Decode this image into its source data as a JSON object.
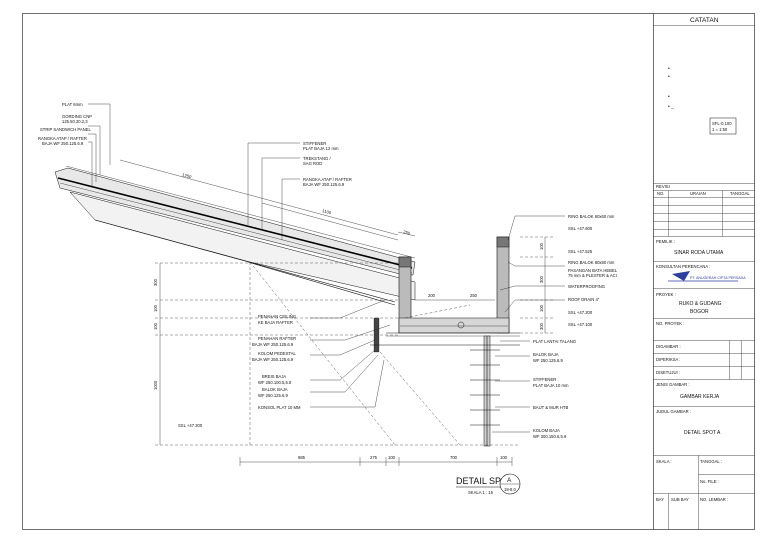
{
  "drawing": {
    "title_main": "DETAIL SPOT",
    "title_marker": "A",
    "title_sheet": "18-8.0",
    "title_scale": "SKALA  1 : 15",
    "callouts_left": [
      "PLAT 6mm",
      "GORDING CNP",
      "125.50.20.2,3",
      "STRIP SANDWICH PANEL",
      "RANGKA ATAP / RAFTER",
      "BAJA WF 250.125.6.9"
    ],
    "callouts_top": [
      "STIFFENER",
      "PLAT BAJA 12 mm",
      "TREKSTANG /",
      "SAG ROD",
      "RANGKA ATAP / RAFTER",
      "BAJA WF 250.125.6.9"
    ],
    "callouts_right": [
      "RING BALOK 60x60 mm",
      "SSL +47.600",
      "SSL +47.525",
      "RING BALOK 80x80 mm",
      "PASANGAN BATA HEBEL",
      "75 mm & PLESTER & ACI",
      "WATERPROOFING",
      "ROOF DRAIN 4\"",
      "SSL +47.200",
      "SSL +47.100",
      "PLAT LANTAI TALANG",
      "BALOK BAJA",
      "WF 250.125.6.9",
      "STIFFENER",
      "PLAT BAJA 10 mm",
      "BAUT & MUR HTB",
      "KOLOM BAJA",
      "WF 300.150.6,5.9"
    ],
    "callouts_mid": [
      "PENAHAN CEILING",
      "KE BAJA RAFTER",
      "PENAHAN RAFTER",
      "BAJA WF 250.125.6.9",
      "KOLOM PEDESTAL",
      "BAJA WF 250.125.6.9",
      "BREIS BAJA",
      "WF 250.100.5,5.8",
      "BALOK BAJA",
      "WF 250.125.6.9",
      "KONSOL PLAT 10 MM",
      "SSL +47.200"
    ],
    "dimensions_bottom": [
      "985",
      "275",
      "100",
      "700",
      "100"
    ],
    "dimensions_slope": [
      "1250",
      "1100",
      "250"
    ],
    "dimensions_left": [
      "300",
      "100",
      "100",
      "1000"
    ],
    "dimensions_right": [
      "100",
      "300",
      "100",
      "300"
    ],
    "dimensions_mid": [
      "200",
      "250"
    ]
  },
  "title_block": {
    "notes_header": "CATATAN",
    "scale_note_1": "SFL-0.100",
    "scale_note_2": "1 = 1:50",
    "revision_header": "REVISI",
    "revision_cols": [
      "NO.",
      "URAIAN",
      "TANGGAL"
    ],
    "owner_label": "PEMILIK :",
    "owner_value": "SINAR RODA UTAMA",
    "consultant_label": "KONSULTAN PERENCANA :",
    "consultant_value": "PT. ANUGERAH CIPTA PERSADA",
    "project_label": "PROYEK :",
    "project_value_1": "RUKO & GUDANG",
    "project_value_2": "BOGOR",
    "project_no_label": "NO. PROYEK :",
    "drawn_label": "DIGAMBAR :",
    "checked_label": "DIPERIKSA :",
    "approved_label": "DISETUJUI :",
    "drawing_type_label": "JENIS GAMBAR :",
    "drawing_type_value": "GAMBAR KERJA",
    "drawing_title_label": "JUDUL GAMBAR :",
    "drawing_title_value": "DETAIL SPOT A",
    "scale_label": "SKALA :",
    "date_label": "TANGGAL :",
    "file_label": "No. FILE :",
    "bay_label": "BAY",
    "sub_bay_label": "SUB BAY",
    "sheet_no_label": "NO. LEMBAR :"
  }
}
